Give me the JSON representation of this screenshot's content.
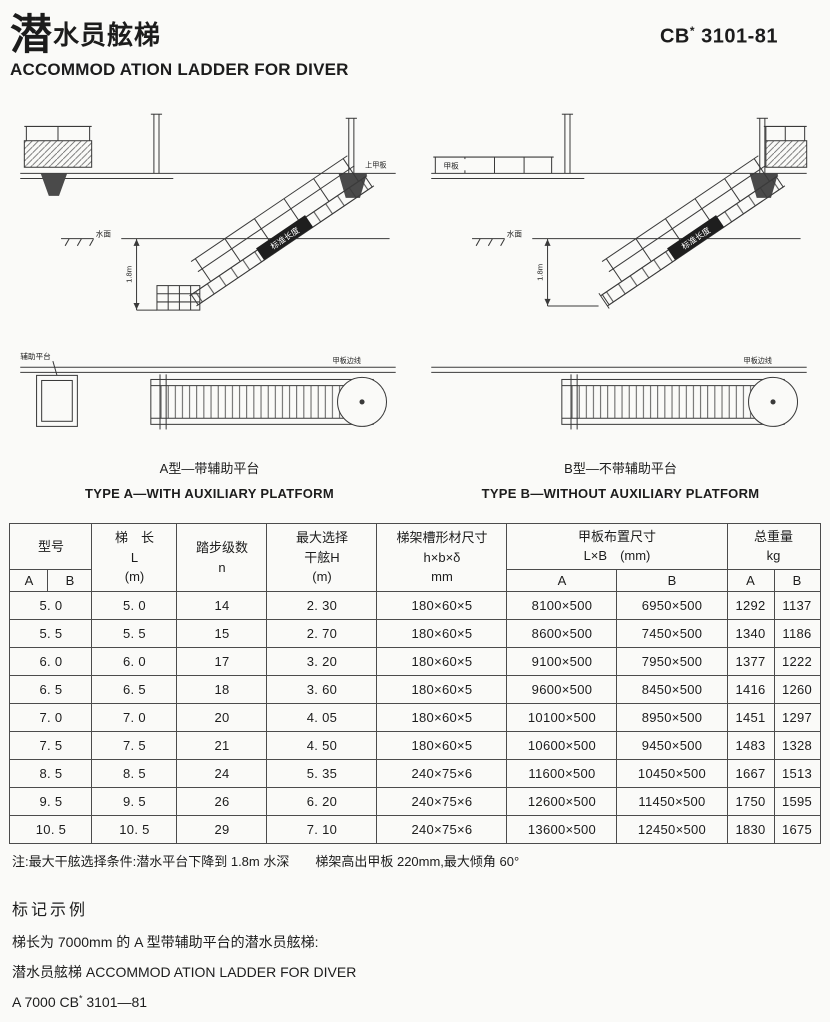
{
  "page": {
    "title_first": "潜",
    "title_rest": "水员舷梯",
    "std_prefix": "CB",
    "std_star": "*",
    "std_number": "3101-81",
    "title_en": "ACCOMMOD ATION LADDER FOR DIVER"
  },
  "figures": {
    "type_a": {
      "caption_cn": "A型—带辅助平台",
      "caption_en": "TYPE A—WITH AUXILIARY PLATFORM",
      "labels": {
        "upper_deck": "上甲板",
        "water_surface": "水面",
        "depth": "1.8m",
        "std_length": "标准长度",
        "aux_platform": "辅助平台",
        "deck_edge": "甲板边线"
      }
    },
    "type_b": {
      "caption_cn": "B型—不带辅助平台",
      "caption_en": "TYPE B—WITHOUT AUXILIARY PLATFORM",
      "labels": {
        "deck": "甲板",
        "water_surface": "水面",
        "depth": "1.8m",
        "std_length": "标准长度",
        "deck_edge": "甲板边线"
      }
    }
  },
  "table": {
    "headers": {
      "model": "型号",
      "sub_a": "A",
      "sub_b": "B",
      "length": [
        "梯　长",
        "L",
        "(m)"
      ],
      "steps": [
        "踏步级数",
        "n"
      ],
      "freeboard": [
        "最大选择",
        "干舷H",
        "(m)"
      ],
      "channel": [
        "梯架槽形材尺寸",
        "h×b×δ",
        "mm"
      ],
      "deck": [
        "甲板布置尺寸",
        "L×B　(mm)"
      ],
      "weight": [
        "总重量",
        "kg"
      ]
    },
    "rows": [
      [
        "5. 0",
        "5. 0",
        "14",
        "2. 30",
        "180×60×5",
        "8100×500",
        "6950×500",
        "1292",
        "1137"
      ],
      [
        "5. 5",
        "5. 5",
        "15",
        "2. 70",
        "180×60×5",
        "8600×500",
        "7450×500",
        "1340",
        "1186"
      ],
      [
        "6. 0",
        "6. 0",
        "17",
        "3. 20",
        "180×60×5",
        "9100×500",
        "7950×500",
        "1377",
        "1222"
      ],
      [
        "6. 5",
        "6. 5",
        "18",
        "3. 60",
        "180×60×5",
        "9600×500",
        "8450×500",
        "1416",
        "1260"
      ],
      [
        "7. 0",
        "7. 0",
        "20",
        "4. 05",
        "180×60×5",
        "10100×500",
        "8950×500",
        "1451",
        "1297"
      ],
      [
        "7. 5",
        "7. 5",
        "21",
        "4. 50",
        "180×60×5",
        "10600×500",
        "9450×500",
        "1483",
        "1328"
      ],
      [
        "8. 5",
        "8. 5",
        "24",
        "5. 35",
        "240×75×6",
        "11600×500",
        "10450×500",
        "1667",
        "1513"
      ],
      [
        "9. 5",
        "9. 5",
        "26",
        "6. 20",
        "240×75×6",
        "12600×500",
        "11450×500",
        "1750",
        "1595"
      ],
      [
        "10. 5",
        "10. 5",
        "29",
        "7. 10",
        "240×75×6",
        "13600×500",
        "12450×500",
        "1830",
        "1675"
      ]
    ]
  },
  "note": "注:最大干舷选择条件:潜水平台下降到 1.8m 水深　　梯架高出甲板 220mm,最大倾角 60°",
  "example": {
    "heading": "标记示例",
    "line1": "梯长为 7000mm 的 A 型带辅助平台的潜水员舷梯:",
    "line2": "潜水员舷梯 ACCOMMOD ATION LADDER FOR DIVER",
    "line3_prefix": "A 7000 CB",
    "line3_star": "*",
    "line3_number": "3101—81"
  }
}
